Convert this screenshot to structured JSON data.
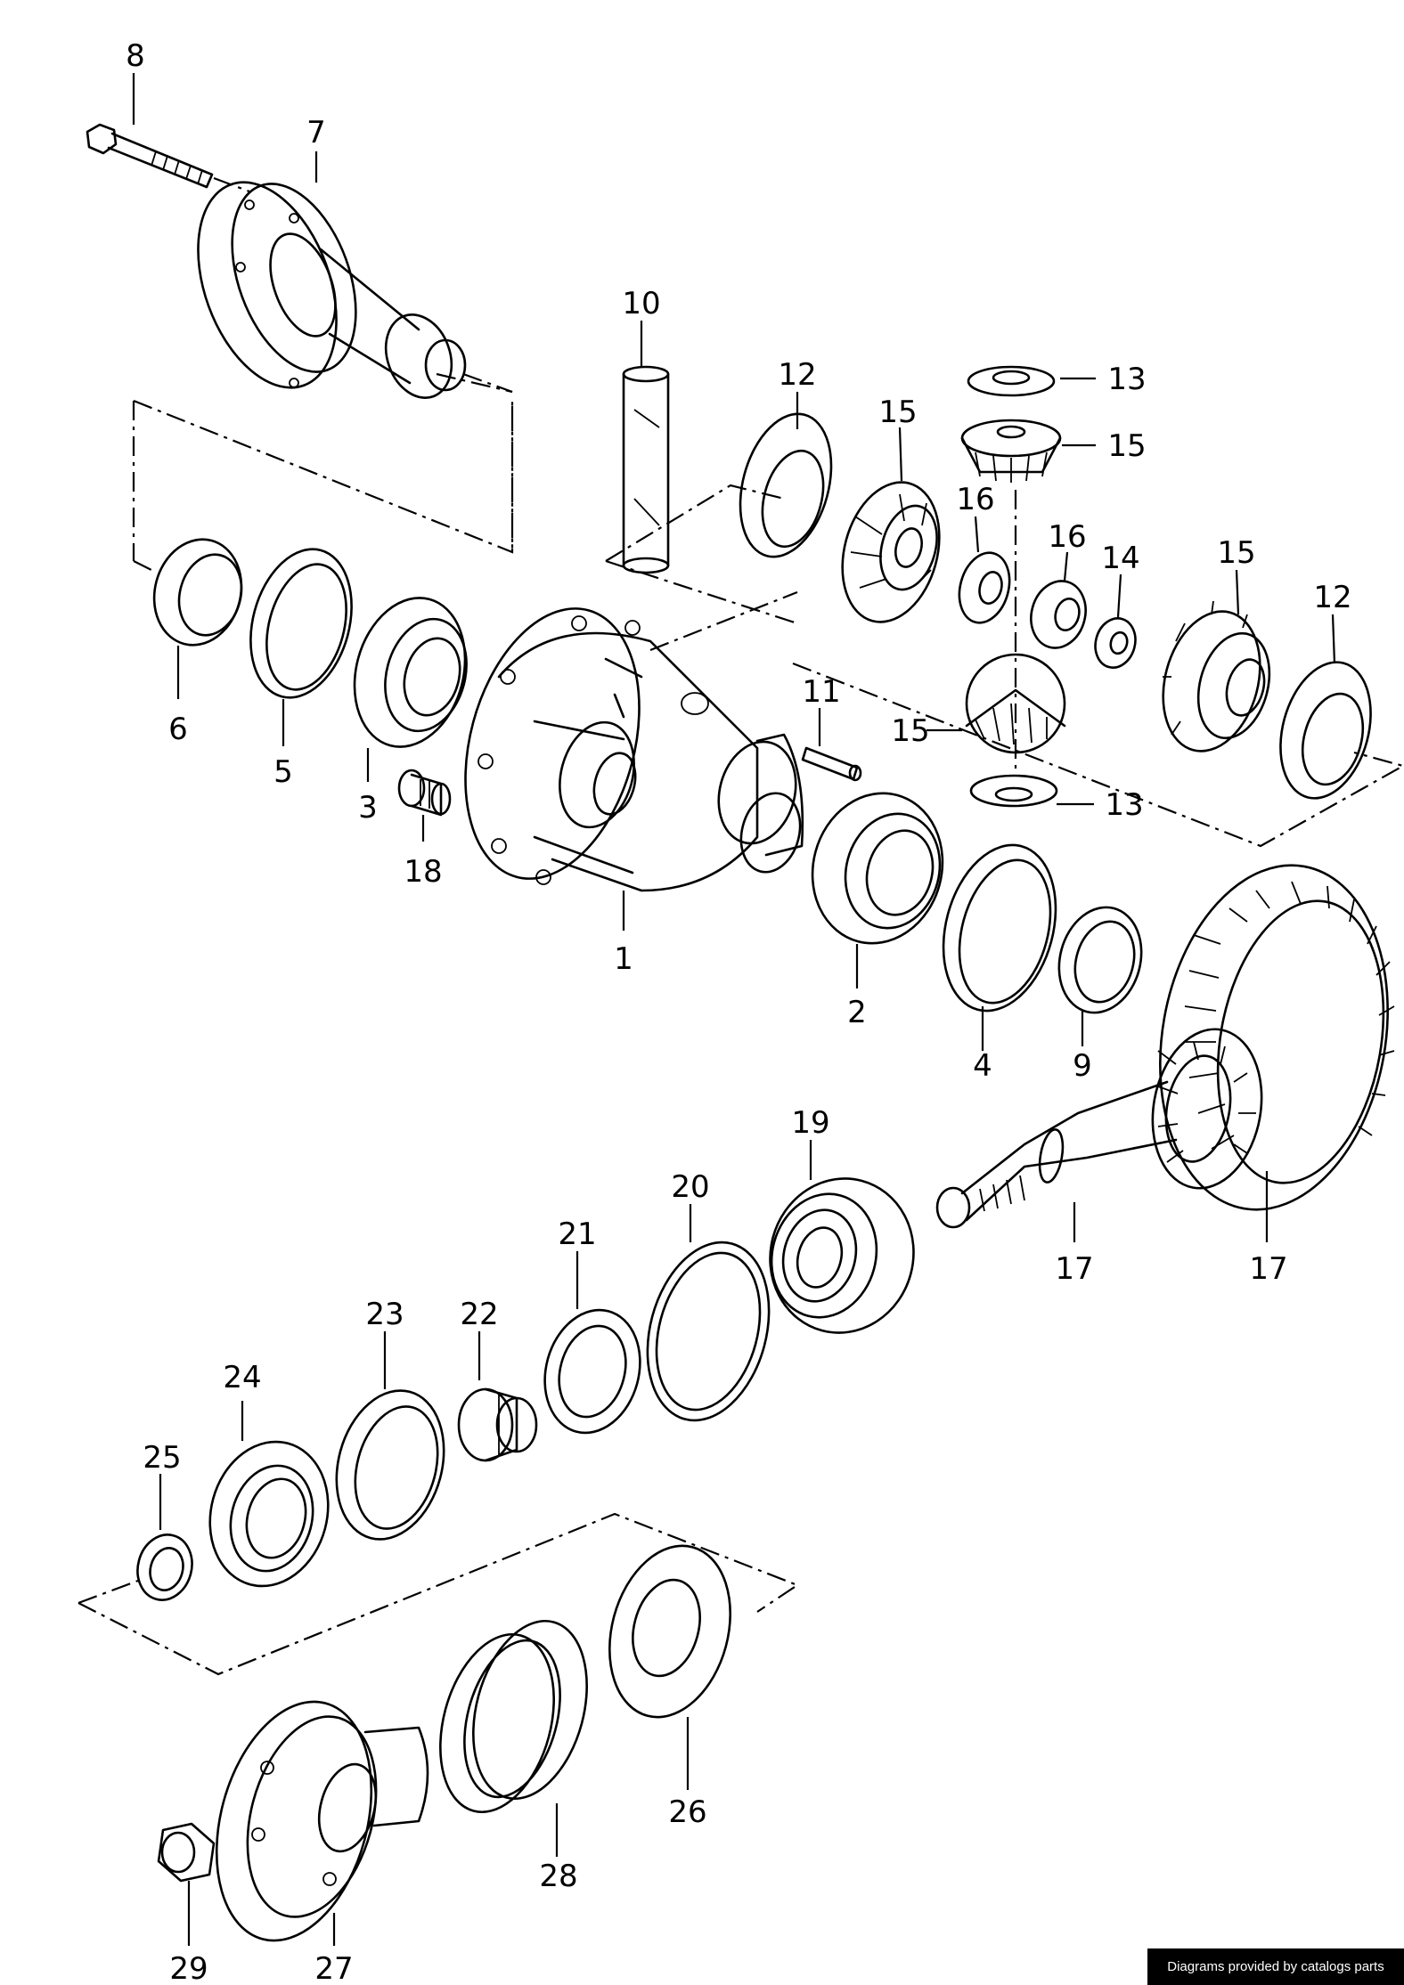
{
  "callouts": [
    {
      "id": "8",
      "label": "8"
    },
    {
      "id": "7",
      "label": "7"
    },
    {
      "id": "10",
      "label": "10"
    },
    {
      "id": "12a",
      "label": "12"
    },
    {
      "id": "15a",
      "label": "15"
    },
    {
      "id": "13a",
      "label": "13"
    },
    {
      "id": "15b",
      "label": "15"
    },
    {
      "id": "16a",
      "label": "16"
    },
    {
      "id": "16b",
      "label": "16"
    },
    {
      "id": "14",
      "label": "14"
    },
    {
      "id": "15c",
      "label": "15"
    },
    {
      "id": "12b",
      "label": "12"
    },
    {
      "id": "6",
      "label": "6"
    },
    {
      "id": "5",
      "label": "5"
    },
    {
      "id": "3",
      "label": "3"
    },
    {
      "id": "18",
      "label": "18"
    },
    {
      "id": "1",
      "label": "1"
    },
    {
      "id": "11",
      "label": "11"
    },
    {
      "id": "15d",
      "label": "15"
    },
    {
      "id": "13b",
      "label": "13"
    },
    {
      "id": "2",
      "label": "2"
    },
    {
      "id": "4",
      "label": "4"
    },
    {
      "id": "9",
      "label": "9"
    },
    {
      "id": "17a",
      "label": "17"
    },
    {
      "id": "17b",
      "label": "17"
    },
    {
      "id": "19",
      "label": "19"
    },
    {
      "id": "20",
      "label": "20"
    },
    {
      "id": "21",
      "label": "21"
    },
    {
      "id": "22",
      "label": "22"
    },
    {
      "id": "23",
      "label": "23"
    },
    {
      "id": "24",
      "label": "24"
    },
    {
      "id": "25",
      "label": "25"
    },
    {
      "id": "26",
      "label": "26"
    },
    {
      "id": "28",
      "label": "28"
    },
    {
      "id": "27",
      "label": "27"
    },
    {
      "id": "29",
      "label": "29"
    }
  ],
  "credit": "Diagrams provided by catalogs parts"
}
